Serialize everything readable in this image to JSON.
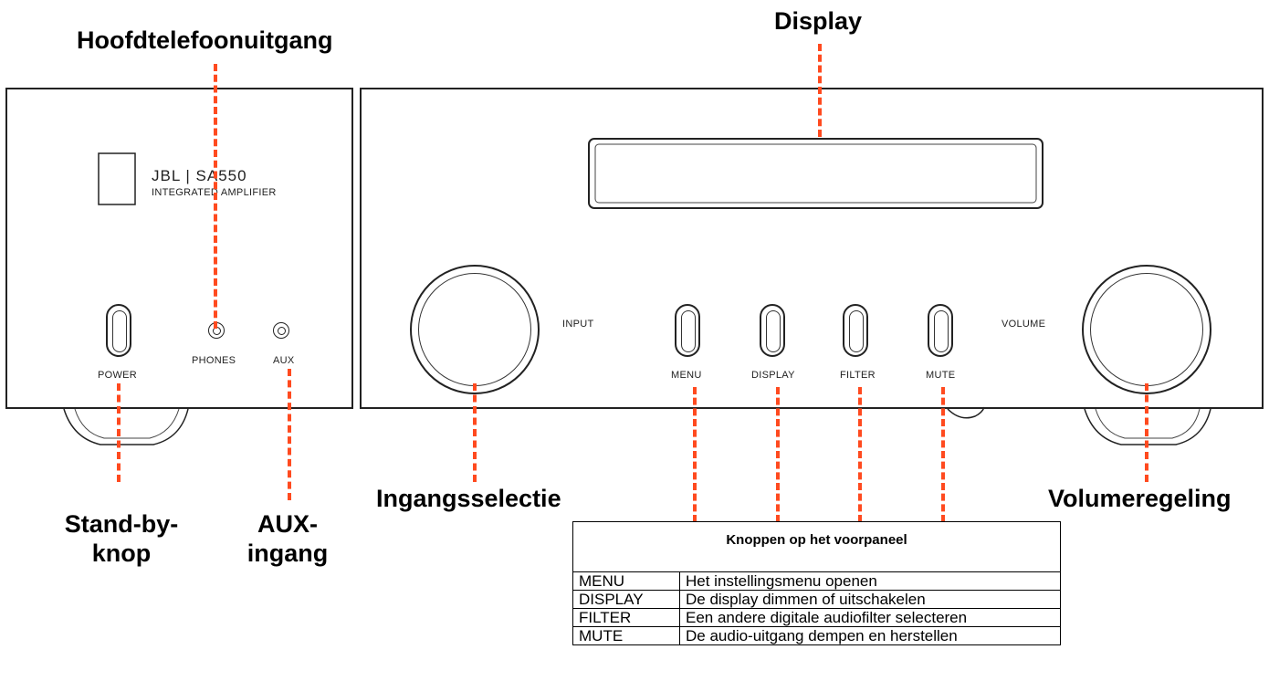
{
  "callouts": {
    "headphone_output": "Hoofdtelefoonuitgang",
    "display": "Display",
    "standby_button": "Stand-by-\nknop",
    "aux_input": "AUX-\ningang",
    "input_selection": "Ingangsselectie",
    "volume_control": "Volumeregeling"
  },
  "device": {
    "brand": "JBL",
    "model": "SA550",
    "subtitle": "INTEGRATED AMPLIFIER",
    "labels": {
      "power": "POWER",
      "phones": "PHONES",
      "aux": "AUX",
      "input": "INPUT",
      "menu": "MENU",
      "display": "DISPLAY",
      "filter": "FILTER",
      "mute": "MUTE",
      "volume": "VOLUME"
    }
  },
  "legend_table": {
    "title": "Knoppen op het voorpaneel",
    "rows": [
      {
        "key": "MENU",
        "desc": "Het instellingsmenu openen"
      },
      {
        "key": "DISPLAY",
        "desc": "De display dimmen of uitschakelen"
      },
      {
        "key": "FILTER",
        "desc": "Een andere digitale audiofilter selecteren"
      },
      {
        "key": "MUTE",
        "desc": "De audio-uitgang dempen en herstellen"
      }
    ]
  },
  "colors": {
    "leader_line": "#ff4a1f",
    "outline": "#222222"
  }
}
